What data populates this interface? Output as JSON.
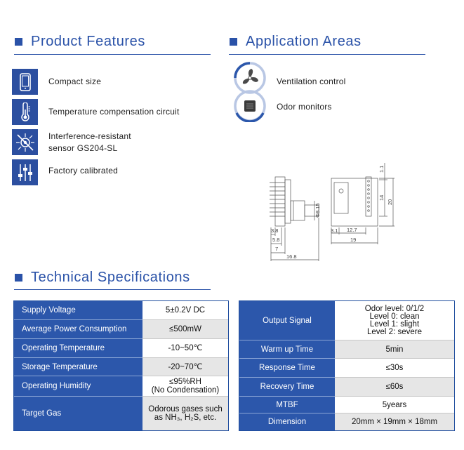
{
  "features_section": {
    "title": "Product Features",
    "items": [
      {
        "icon": "phone-icon",
        "text": "Compact size"
      },
      {
        "icon": "thermometer-icon",
        "text": "Temperature compensation circuit"
      },
      {
        "icon": "interference-shield-icon",
        "text_line1": "Interference-resistant",
        "text_line2": "sensor GS204-SL"
      },
      {
        "icon": "sliders-icon",
        "text": "Factory calibrated"
      }
    ]
  },
  "applications_section": {
    "title": "Application Areas",
    "items": [
      {
        "icon": "fan-icon",
        "text": "Ventilation control"
      },
      {
        "icon": "monitor-device-icon",
        "text": "Odor monitors"
      }
    ]
  },
  "dimension_drawing": {
    "labels": {
      "d1": "3.8",
      "d2": "5.8",
      "d3": "7",
      "d4": "16.8",
      "dia": "Φ8.15",
      "w1": "3.1",
      "w2": "12.7",
      "w3": "19",
      "h1": "1.1",
      "h2": "14",
      "h3": "20"
    }
  },
  "specs_section": {
    "title": "Technical Specifications",
    "left_table": [
      {
        "label": "Supply Voltage",
        "value": "5±0.2V DC"
      },
      {
        "label": "Average Power Consumption",
        "value": "≤500mW"
      },
      {
        "label": "Operating Temperature",
        "value": "-10~50℃"
      },
      {
        "label": "Storage Temperature",
        "value": "-20~70℃"
      },
      {
        "label": "Operating Humidity",
        "value_line1": "≤95%RH",
        "value_line2": "(No Condensation)"
      },
      {
        "label": "Target Gas",
        "value_line1": "Odorous gases such",
        "value_line2": "as NH₃, H₂S, etc."
      }
    ],
    "right_table": [
      {
        "label": "Output Signal",
        "value_lines": [
          "Odor level: 0/1/2",
          "Level 0: clean",
          "Level 1: slight",
          "Level 2: severe"
        ]
      },
      {
        "label": "Warm up Time",
        "value": "5min"
      },
      {
        "label": "Response Time",
        "value": "≤30s"
      },
      {
        "label": "Recovery Time",
        "value": "≤60s"
      },
      {
        "label": "MTBF",
        "value": "5years"
      },
      {
        "label": "Dimension",
        "value": "20mm × 19mm × 18mm"
      }
    ]
  },
  "colors": {
    "accent": "#2a52a8",
    "table_label_bg": "#2c57ab",
    "value_grey": "#e6e6e6"
  }
}
